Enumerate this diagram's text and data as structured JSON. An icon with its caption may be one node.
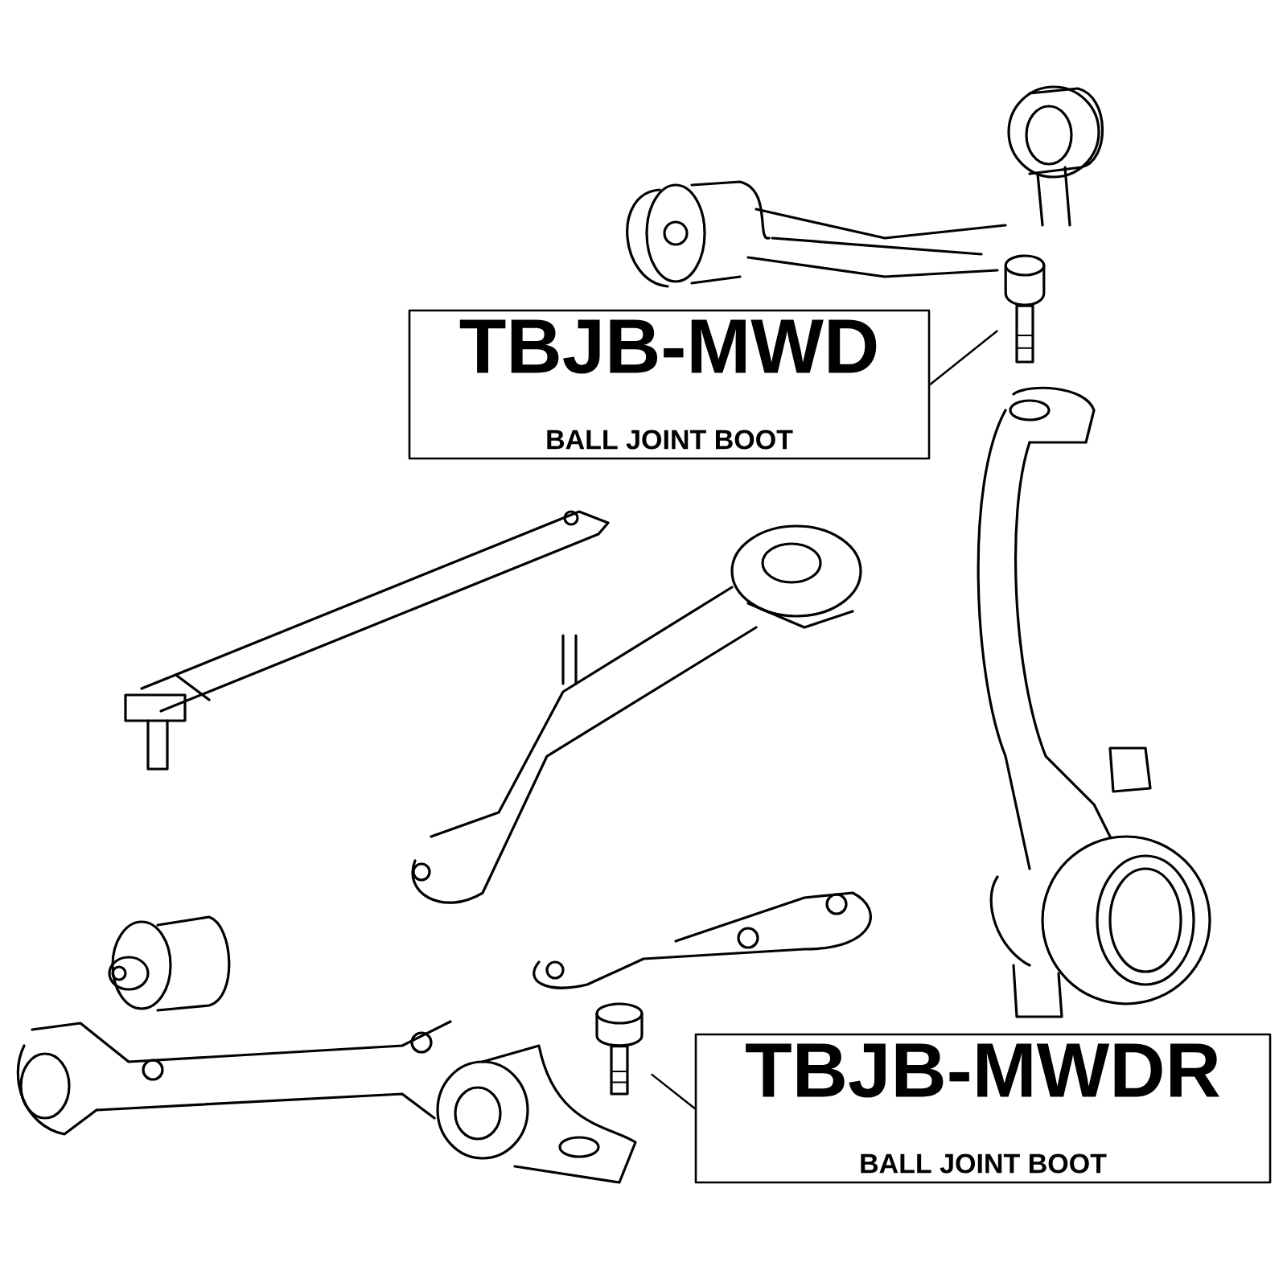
{
  "diagram": {
    "nodes": [
      {
        "text": [
          "TBJB-MWD",
          "BALL JOINT BOOT"
        ]
      },
      {
        "text": [],
        "shape": "picture"
      },
      {
        "text": [
          "TBJB-MWDR",
          "BALL JOINT BOOT"
        ]
      },
      {
        "text": [],
        "shape": "picture"
      }
    ],
    "edges": [
      {
        "from": 0,
        "to": 1,
        "arrow": "none"
      },
      {
        "from": 2,
        "to": 3,
        "arrow": "none"
      }
    ]
  }
}
